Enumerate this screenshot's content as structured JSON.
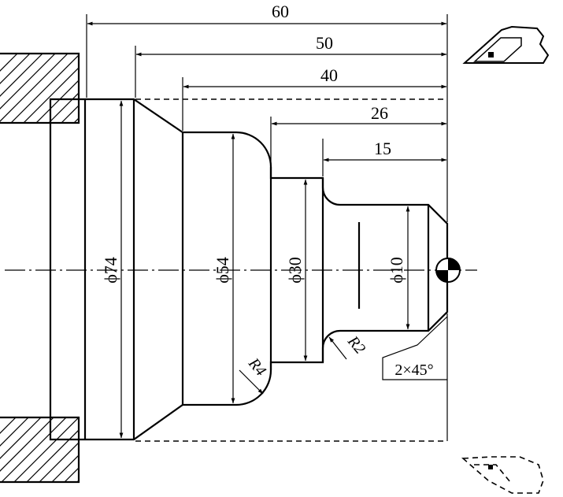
{
  "dimensions": {
    "length_60": "60",
    "length_50": "50",
    "length_40": "40",
    "length_26": "26",
    "length_15": "15"
  },
  "diameters": {
    "d74": "ϕ74",
    "d54": "ϕ54",
    "d30": "ϕ30",
    "d10": "ϕ10"
  },
  "radii": {
    "r4": "R4",
    "r2": "R2"
  },
  "chamfer": "2×45°"
}
